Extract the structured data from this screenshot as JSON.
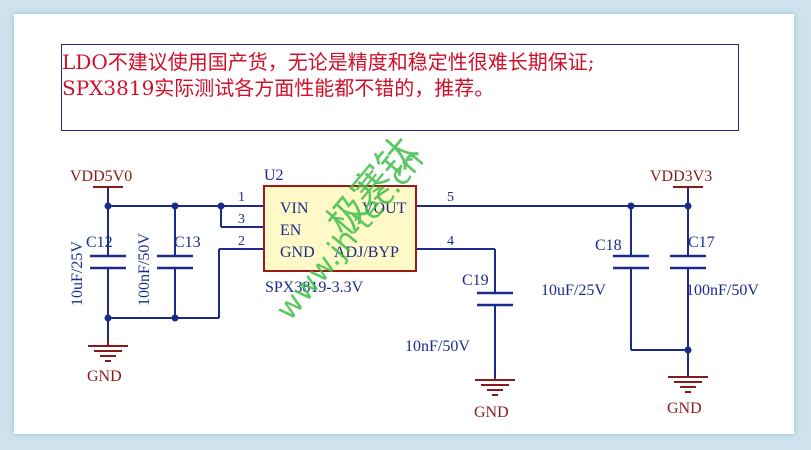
{
  "note": {
    "line1": "LDO不建议使用国产货，无论是精度和稳定性很难长期保证;",
    "line2": "SPX3819实际测试各方面性能都不错的，推荐。"
  },
  "watermark": {
    "text_cn": "极寒钛",
    "text_url": "www.jh-tec.cn"
  },
  "regulator": {
    "ref": "U2",
    "part": "SPX3819-3.3V",
    "pins": {
      "vin": "VIN",
      "en": "EN",
      "gnd": "GND",
      "vout": "VOUT",
      "adj": "ADJ/BYP",
      "n1": "1",
      "n2": "2",
      "n3": "3",
      "n4": "4",
      "n5": "5"
    }
  },
  "nets": {
    "vin": "VDD5V0",
    "vout": "VDD3V3",
    "gnd": "GND"
  },
  "capacitors": {
    "c12": {
      "ref": "C12",
      "value": "10uF/25V"
    },
    "c13": {
      "ref": "C13",
      "value": "100nF/50V"
    },
    "c19": {
      "ref": "C19",
      "value": "10nF/50V"
    },
    "c18": {
      "ref": "C18",
      "value": "10uF/25V"
    },
    "c17": {
      "ref": "C17",
      "value": "100nF/50V"
    }
  },
  "colors": {
    "wire": "#1a2b8c",
    "component": "#1a2b8c",
    "ic_fill": "#fff9c8",
    "ic_border": "#9a1a1a",
    "net_label": "#8a1a1a",
    "note_text": "#d0102a",
    "watermark": "#3fbf4a"
  }
}
